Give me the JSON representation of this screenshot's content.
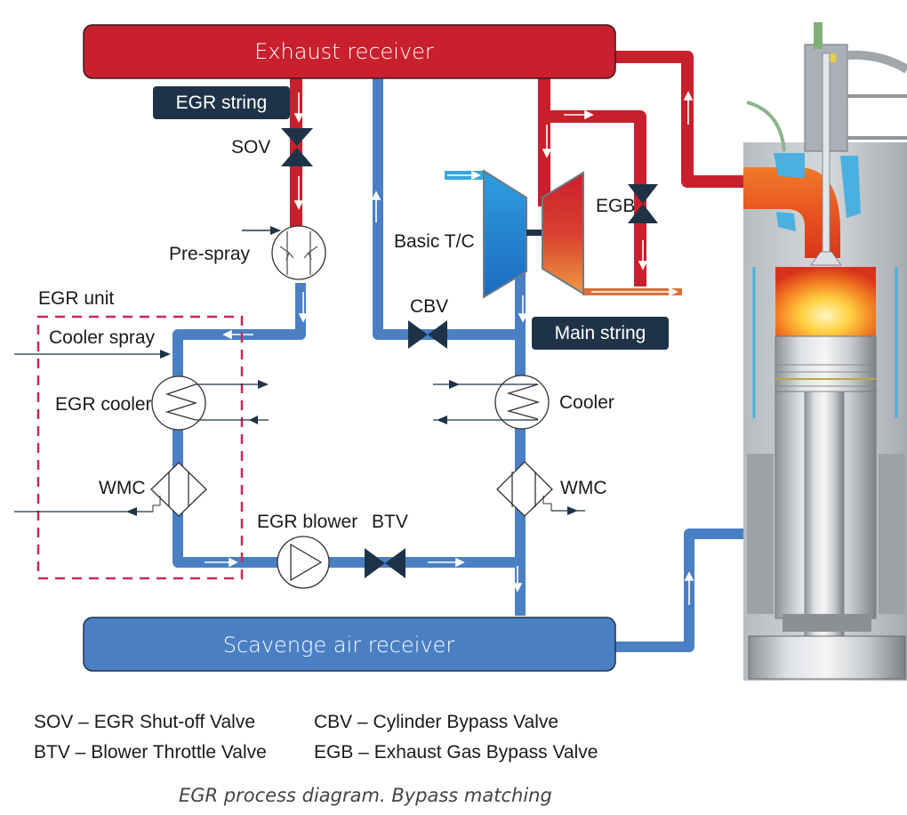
{
  "colors": {
    "exhaust_red": "#c8202c",
    "air_blue": "#4a7fc4",
    "dark_navy": "#1e3348",
    "egr_unit_border": "#c8285a",
    "turbine_orange": "#e06a30",
    "inlet_cyan": "#38a8dc"
  },
  "receivers": {
    "exhaust": "Exhaust receiver",
    "scavenge": "Scavenge air receiver"
  },
  "tags": {
    "egr_string": "EGR string",
    "main_string": "Main string"
  },
  "components": {
    "sov": "SOV",
    "pre_spray": "Pre-spray",
    "egr_unit": "EGR unit",
    "cooler_spray": "Cooler spray",
    "egr_cooler": "EGR cooler",
    "wmc_left": "WMC",
    "egr_blower": "EGR blower",
    "btv": "BTV",
    "basic_tc": "Basic T/C",
    "cbv": "CBV",
    "egb": "EGB",
    "cooler": "Cooler",
    "wmc_right": "WMC"
  },
  "legend": [
    {
      "abbr": "SOV",
      "text": "SOV – EGR Shut-off Valve"
    },
    {
      "abbr": "CBV",
      "text": "CBV – Cylinder Bypass Valve"
    },
    {
      "abbr": "BTV",
      "text": "BTV – Blower Throttle Valve"
    },
    {
      "abbr": "EGB",
      "text": "EGB – Exhaust Gas Bypass Valve"
    }
  ],
  "caption": "EGR process diagram. Bypass matching",
  "engine_image": "engine-cylinder-cutaway"
}
